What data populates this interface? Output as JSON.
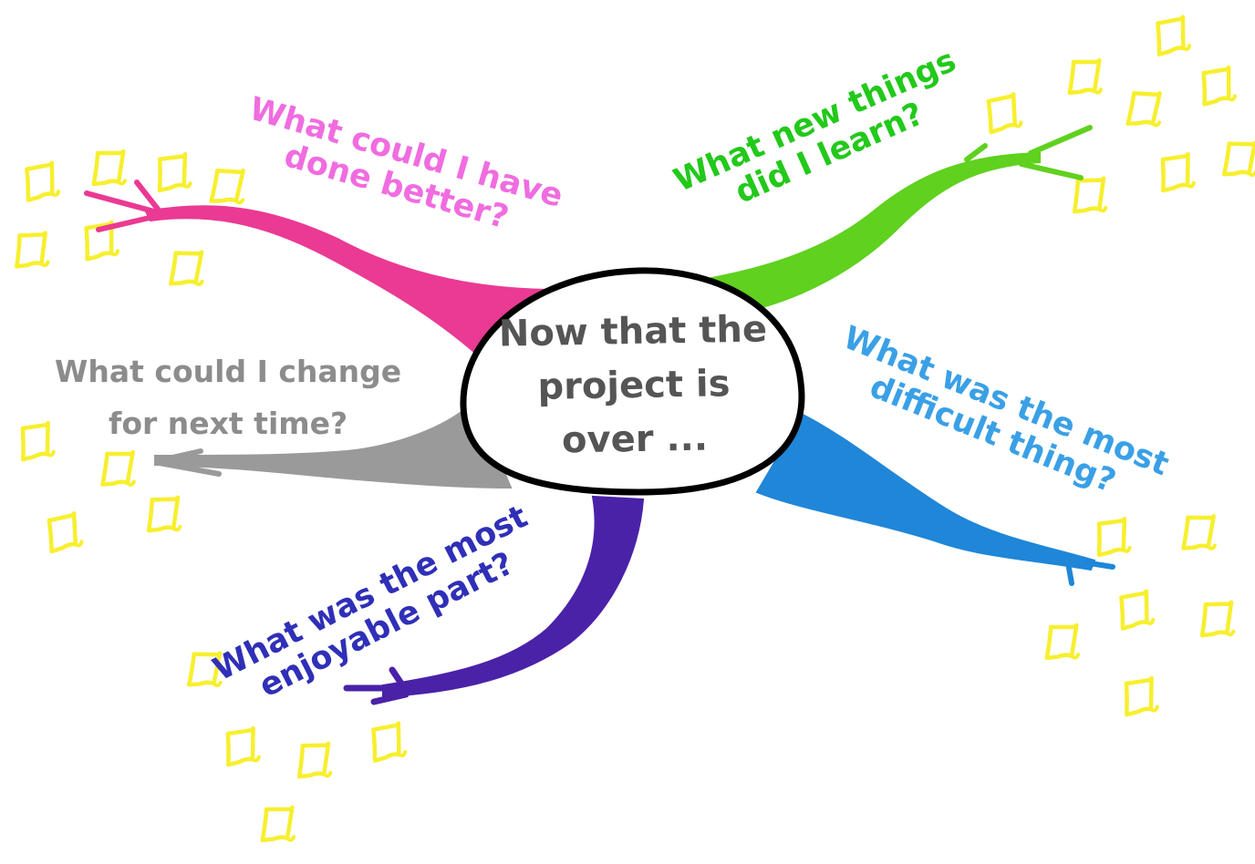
{
  "center": {
    "lines": [
      "Now that",
      "the project",
      "is over ..."
    ],
    "outline_color": "#000000"
  },
  "branches": [
    {
      "id": "better",
      "color": "#ea3a93",
      "text_color": "#f06ce0",
      "lines": [
        "What could I have",
        "done better?"
      ]
    },
    {
      "id": "learn",
      "color": "#5fd11e",
      "text_color": "#22c91a",
      "lines": [
        "What new things",
        "did I learn?"
      ]
    },
    {
      "id": "change",
      "color": "#9a9a9a",
      "text_color": "#8c8c8c",
      "lines": [
        "What could I change",
        "for next time?"
      ]
    },
    {
      "id": "difficult",
      "color": "#1f86d8",
      "text_color": "#3aa0e6",
      "lines": [
        "What was the most",
        "difficult thing?"
      ]
    },
    {
      "id": "enjoyable",
      "color": "#4a22a8",
      "text_color": "#2f2fb8",
      "lines": [
        "What was the most",
        "enjoyable part?"
      ]
    }
  ],
  "note_color": "#f7ef2e",
  "note_icon": "sticky-note-icon"
}
